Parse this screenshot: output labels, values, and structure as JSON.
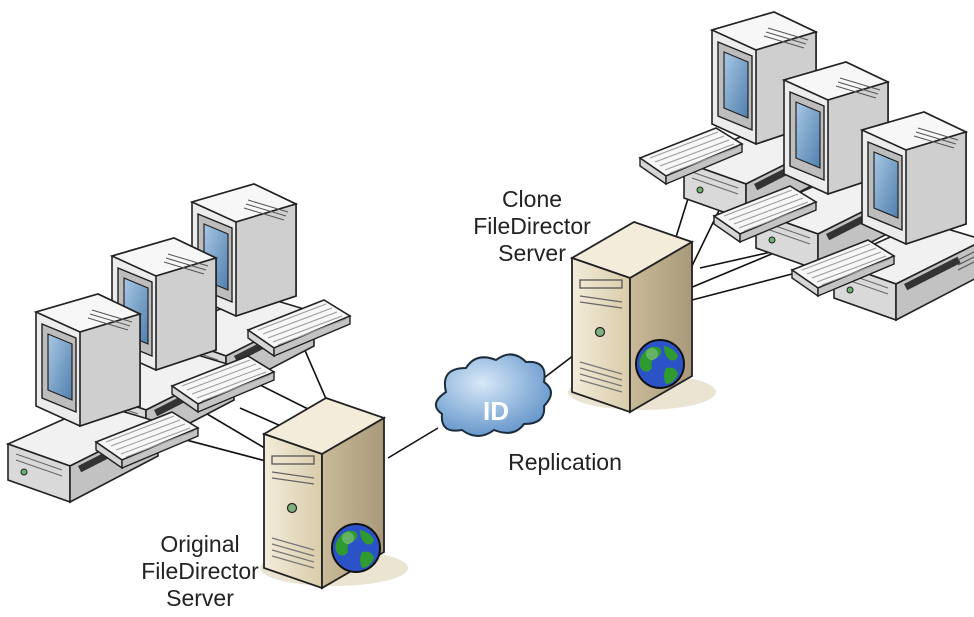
{
  "labels": {
    "clone": [
      "Clone",
      "FileDirector",
      "Server"
    ],
    "original": [
      "Original",
      "FileDirector",
      "Server"
    ],
    "replication": "Replication",
    "cloud_text": "ID"
  },
  "icons": {
    "workstation": "desktop-computer-icon",
    "keyboard": "keyboard-icon",
    "server": "tower-server-icon",
    "globe": "globe-icon",
    "cloud": "cloud-icon"
  },
  "colors": {
    "server_body": "#e7dcc3",
    "monitor_case": "#e6e6e6",
    "screen": "#6f9cc4",
    "cloud": "#6f9fcf",
    "globe_sea": "#2c52c8",
    "globe_land": "#2f9a2f",
    "link": "#111111"
  }
}
